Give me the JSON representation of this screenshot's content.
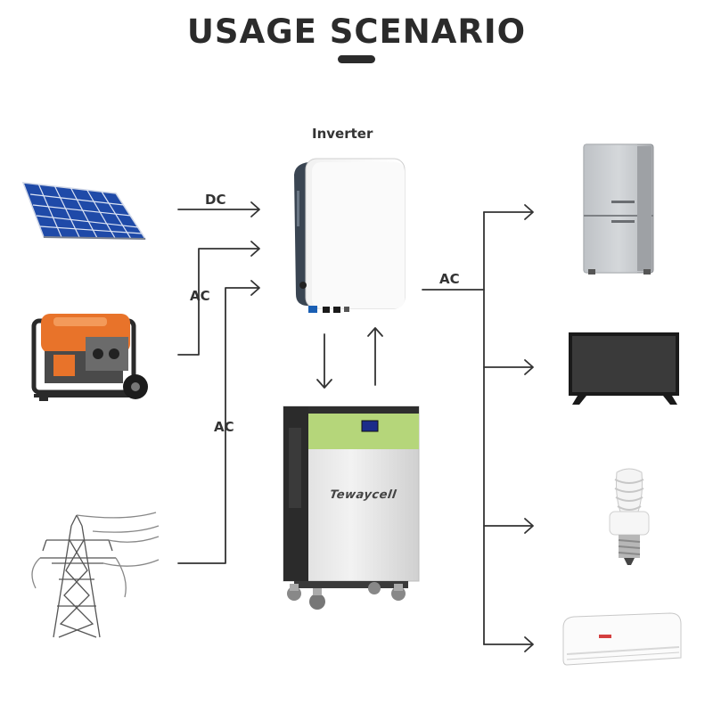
{
  "header": {
    "title": "USAGE SCENARIO"
  },
  "labels": {
    "inverter": "Inverter",
    "dc": "DC",
    "ac_generator": "AC",
    "ac_grid": "AC",
    "ac_output": "AC"
  },
  "battery": {
    "brand": "Tewaycell"
  },
  "colors": {
    "line": "#333333",
    "battery_accent": "#b5d67a",
    "solar_blue": "#1f4aa8",
    "generator_orange": "#e8732a",
    "title": "#2b2b2b"
  },
  "icons": [
    "solar-panel-icon",
    "generator-icon",
    "power-tower-icon",
    "inverter-icon",
    "battery-icon",
    "refrigerator-icon",
    "tv-icon",
    "bulb-icon",
    "air-conditioner-icon"
  ]
}
